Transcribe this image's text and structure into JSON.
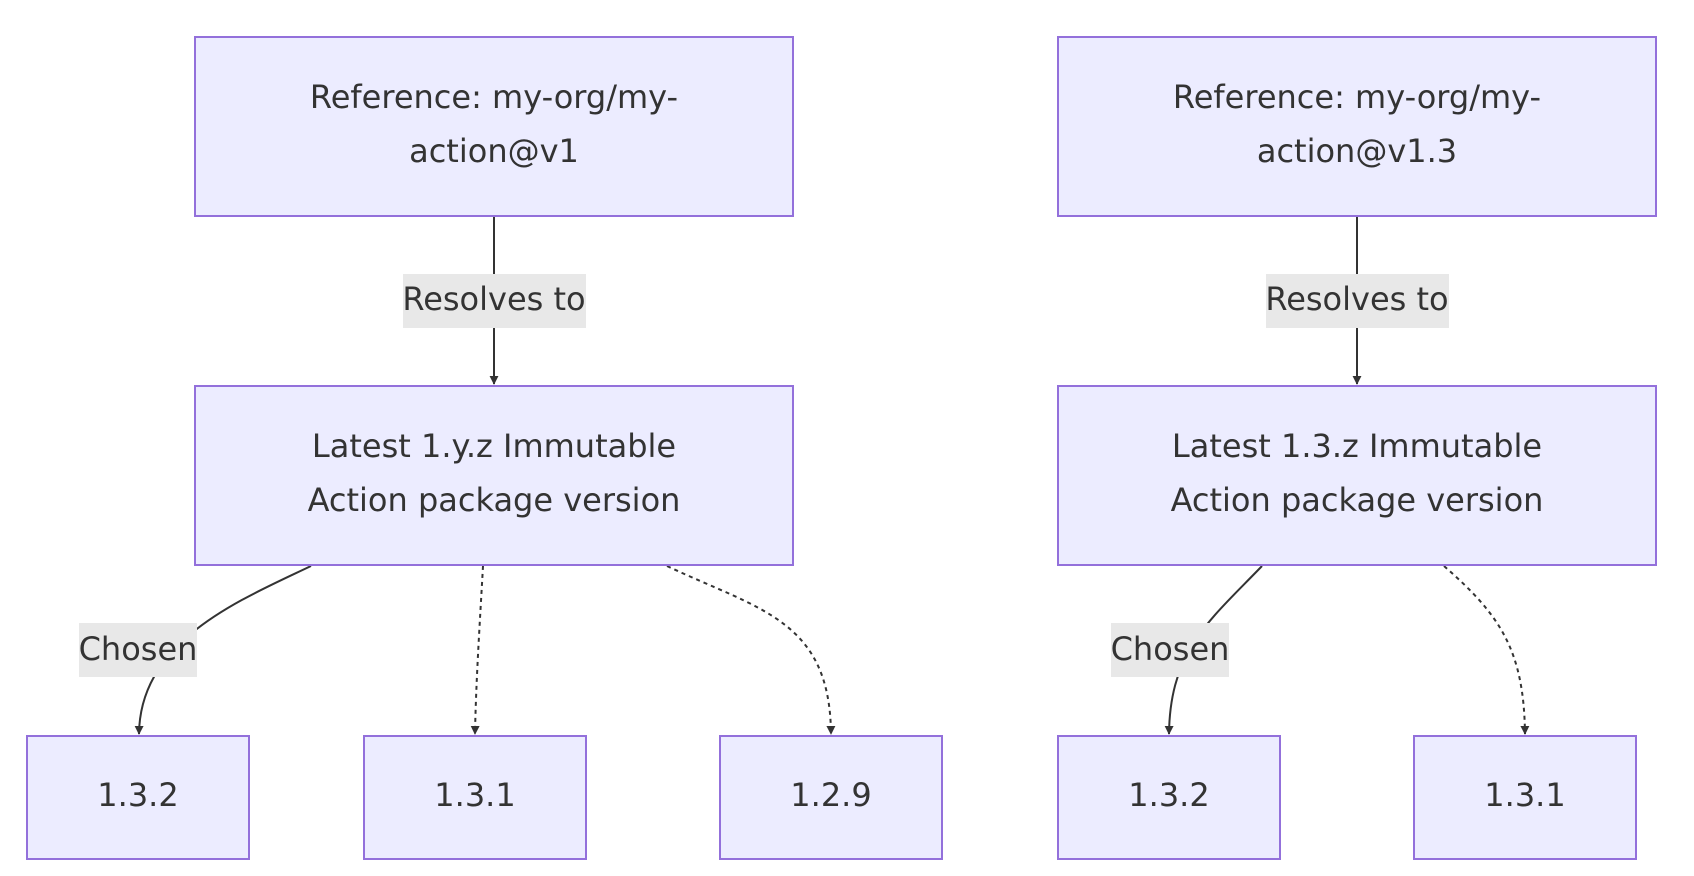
{
  "diagram": {
    "left": {
      "reference": {
        "line1": "Reference: my-org/my-",
        "line2": "action@v1"
      },
      "resolves_label": "Resolves to",
      "latest": {
        "line1": "Latest 1.y.z Immutable",
        "line2": "Action package version"
      },
      "chosen_label": "Chosen",
      "versions": [
        "1.3.2",
        "1.3.1",
        "1.2.9"
      ]
    },
    "right": {
      "reference": {
        "line1": "Reference: my-org/my-",
        "line2": "action@v1.3"
      },
      "resolves_label": "Resolves to",
      "latest": {
        "line1": "Latest 1.3.z Immutable",
        "line2": "Action package version"
      },
      "chosen_label": "Chosen",
      "versions": [
        "1.3.2",
        "1.3.1"
      ]
    }
  },
  "colors": {
    "node_fill": "#ECECFF",
    "node_stroke": "#9370DB",
    "edge": "#333333",
    "label_background": "#E8E8E8",
    "text": "#333333"
  }
}
